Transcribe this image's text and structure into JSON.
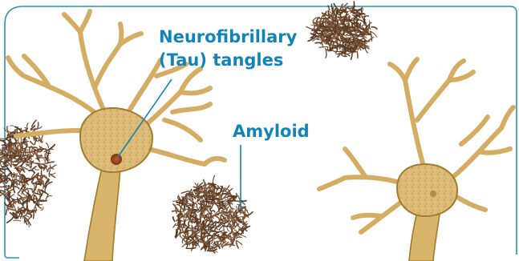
{
  "labels": {
    "tau_line1": "Neurofibrillary",
    "tau_line2": "(Tau) tangles",
    "amyloid": "Amyloid"
  },
  "colors": {
    "label": "#1384b8",
    "frame": "#2a8fbd",
    "neuron_fill": "#d9b56b",
    "neuron_stroke": "#a37b2c",
    "plaque_dark": "#5a3a22",
    "plaque_mid": "#7d5638",
    "tangle": "#9a4a22"
  }
}
